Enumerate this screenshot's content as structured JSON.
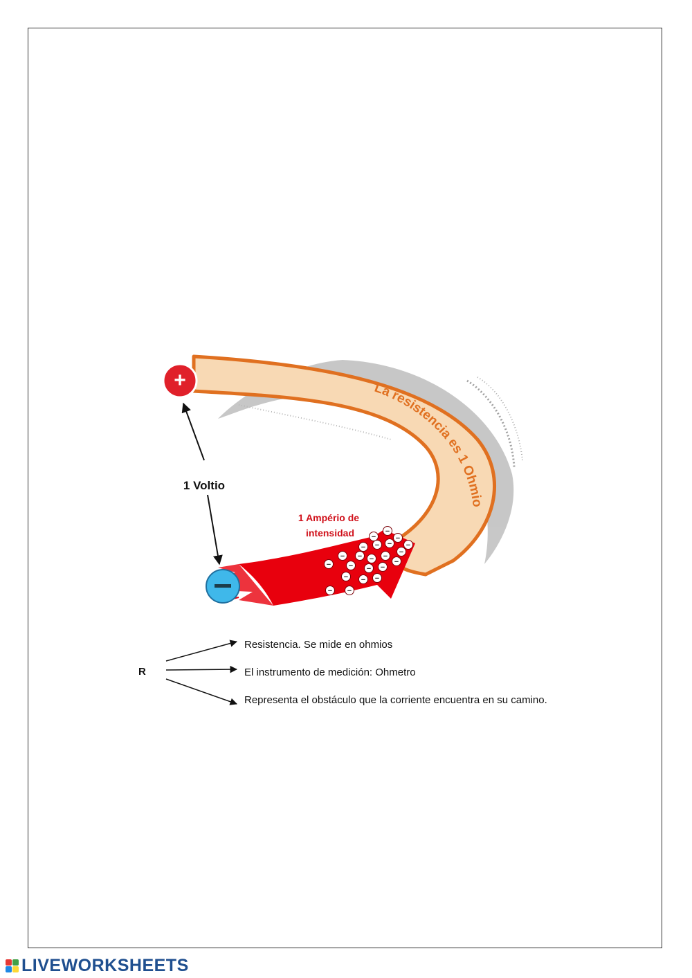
{
  "diagram": {
    "plus_symbol": "+",
    "minus_symbol": "−",
    "voltage_label": "1 Voltio",
    "current_label_line1": "1 Ampério de",
    "current_label_line2": "intensidad",
    "resistance_label": "La resistencia es 1 Ohmio",
    "electron_symbol": "−",
    "electron_count": 22
  },
  "definitions": {
    "symbol": "R",
    "items": [
      "Resistencia. Se mide en ohmios",
      "El instrumento de medición: Ohmetro",
      "Representa el obstáculo que la corriente encuentra en su camino."
    ]
  },
  "footer": {
    "brand": "LIVEWORKSHEETS",
    "logo_colors": [
      "#e53935",
      "#43a047",
      "#1e88e5",
      "#fdd835"
    ]
  },
  "colors": {
    "conductor_fill": "#f8d9b4",
    "conductor_stroke": "#e07020",
    "current_red": "#e8000d",
    "plus_red": "#e0202a",
    "minus_cyan": "#3fb8ea",
    "resistance_text": "#e07020"
  }
}
